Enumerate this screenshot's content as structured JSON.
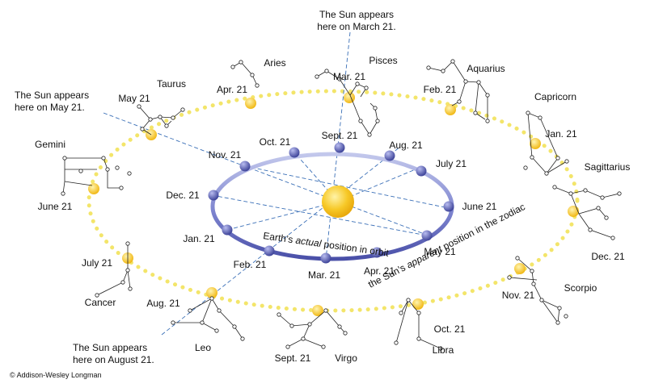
{
  "callouts": {
    "march": [
      "The Sun appears",
      "here on March 21."
    ],
    "may": [
      "The Sun appears",
      "here on May 21."
    ],
    "august": [
      "The Sun appears",
      "here on August 21."
    ]
  },
  "orbit_caption_pre": "Earth’s ",
  "orbit_caption_em": "actual",
  "orbit_caption_post": " position in orbit",
  "zodiac_caption_pre": "the Sun’s ",
  "zodiac_caption_em": "apparent",
  "zodiac_caption_post": " position in the zodiac",
  "earth_dates": {
    "sept": "Sept. 21",
    "oct": "Oct. 21",
    "aug": "Aug. 21",
    "nov": "Nov. 21",
    "july": "July 21",
    "dec": "Dec. 21",
    "june": "June 21",
    "jan": "Jan. 21",
    "may": "May 21",
    "feb": "Feb. 21",
    "apr": "Apr. 21",
    "mar": "Mar. 21"
  },
  "sun_dates": {
    "mar": "Mar. 21",
    "feb": "Feb. 21",
    "apr": "Apr. 21",
    "may": "May 21",
    "jan": "Jan. 21",
    "june": "June 21",
    "dec": "Dec. 21",
    "july": "July 21",
    "nov": "Nov. 21",
    "aug": "Aug. 21",
    "oct": "Oct. 21",
    "sept": "Sept. 21"
  },
  "constellations": {
    "pisces": "Pisces",
    "aries": "Aries",
    "aquarius": "Aquarius",
    "taurus": "Taurus",
    "capricorn": "Capricorn",
    "gemini": "Gemini",
    "sagittarius": "Sagittarius",
    "cancer": "Cancer",
    "scorpio": "Scorpio",
    "leo": "Leo",
    "libra": "Libra",
    "virgo": "Virgo"
  },
  "copyright": "© Addison-Wesley Longman",
  "colors": {
    "orbit": "#5b62b8",
    "orbit_light": "#b7bde6",
    "earth": "#5a60b5",
    "sun": "#f6c21b",
    "zodiac_path": "#f3e56a",
    "sightline": "#3a6fb7"
  }
}
